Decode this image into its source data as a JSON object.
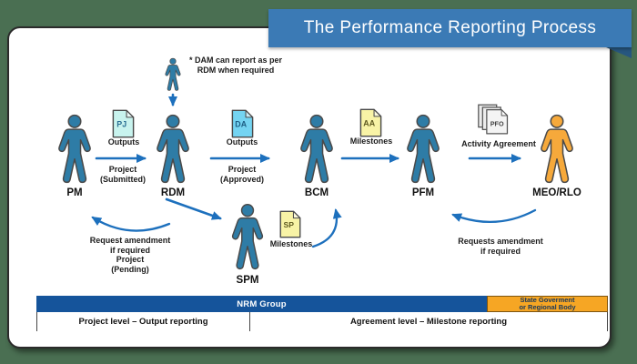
{
  "title": "The Performance Reporting Process",
  "note": "* DAM can report as per\nRDM when required",
  "actors": {
    "pm": "PM",
    "rdm": "RDM",
    "bcm": "BCM",
    "pfm": "PFM",
    "meo": "MEO/RLO",
    "spm": "SPM"
  },
  "documents": {
    "pj": {
      "code": "PJ",
      "caption": "Outputs"
    },
    "da": {
      "code": "DA",
      "caption": "Outputs"
    },
    "aa": {
      "code": "AA",
      "caption": "Milestones"
    },
    "sp": {
      "code": "SP",
      "caption": "Milestones"
    },
    "pfo": {
      "code": "PFO",
      "caption": "Activity Agreement"
    }
  },
  "flows": {
    "pm_rdm": "Project\n(Submitted)",
    "rdm_bcm": "Project\n(Approved)",
    "rdm_pm": "Request amendment\nif required\nProject\n(Pending)",
    "meo_pfm": "Requests amendment\nif required"
  },
  "bands": {
    "nrm": "NRM Group",
    "state": "State Goverment\nor Regional Body",
    "project_level": "Project level – Output reporting",
    "agreement_level": "Agreement level – Milestone reporting"
  },
  "colors": {
    "background": "#4a6f52",
    "banner_blue": "#3b7ab5",
    "banner_fold": "#27567f",
    "person_blue": "#2e7ca6",
    "person_orange": "#f6a93b",
    "arrow_blue": "#1d70bd",
    "nrm_bar_blue": "#15549b",
    "state_bar_orange": "#f6a624",
    "doc_pj_fill": "#c8f3ee",
    "doc_da_fill": "#74d4f2",
    "doc_yellow_fill": "#f8f3a6",
    "doc_gray_fill": "#ececec"
  }
}
